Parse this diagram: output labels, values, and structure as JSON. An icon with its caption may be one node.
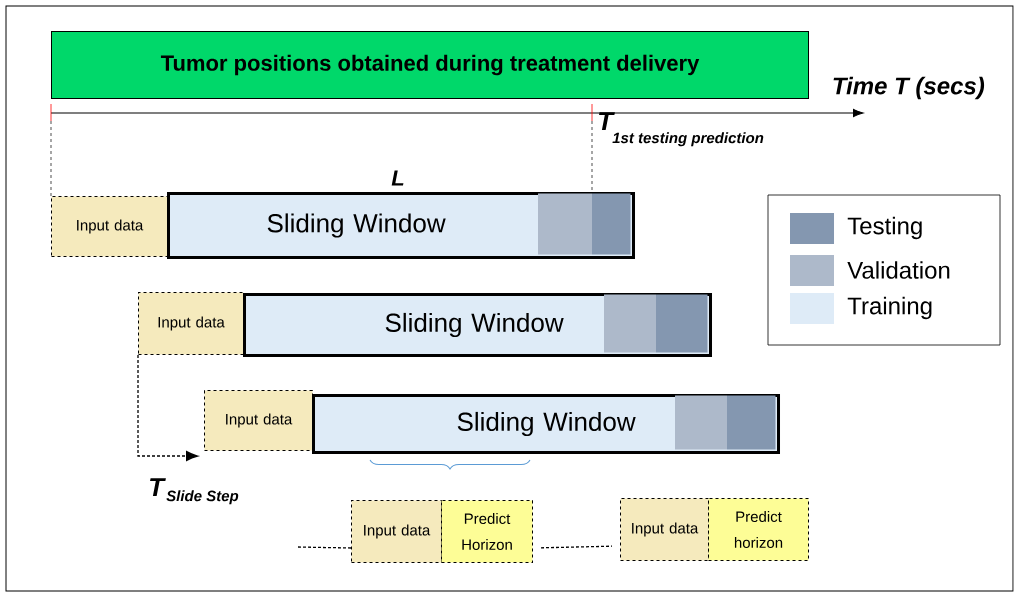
{
  "diagram": {
    "nodes": [
      {
        "text": [
          "Tumor positions obtained during treatment delivery"
        ]
      },
      {
        "text": [
          "Input data"
        ]
      },
      {
        "text": [
          "Sliding Window"
        ]
      },
      {
        "text": [
          "Input data"
        ]
      },
      {
        "text": [
          "Sliding Window"
        ]
      },
      {
        "text": [
          "Input data"
        ]
      },
      {
        "text": [
          "Sliding Window"
        ]
      },
      {
        "text": [
          "Input data"
        ]
      },
      {
        "text": [
          "Predict Horizon"
        ]
      },
      {
        "text": [
          "Input data"
        ]
      },
      {
        "text": [
          "Predict horizon"
        ]
      }
    ],
    "edges": [
      {
        "from": 3,
        "to": 5,
        "arrow": "to",
        "style": "dashed"
      },
      {
        "from": null,
        "to": 7,
        "arrow": "none",
        "style": "dashed"
      },
      {
        "from": 8,
        "to": 9,
        "arrow": "none",
        "style": "dashed"
      }
    ],
    "labels": [
      "Time T (secs)",
      "T",
      "1st testing prediction",
      "L",
      "T",
      "Slide Step"
    ],
    "legend": [
      {
        "text": "Testing",
        "color": "#8497b0"
      },
      {
        "text": "Validation",
        "color": "#adb9ca"
      },
      {
        "text": "Training",
        "color": "#deebf7"
      }
    ]
  }
}
